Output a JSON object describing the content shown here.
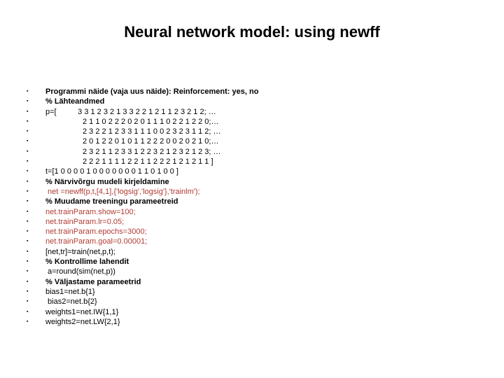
{
  "slide": {
    "title": "Neural network model: using newff",
    "colors": {
      "background": "#ffffff",
      "text": "#000000",
      "code_red": "#b23b32"
    },
    "bullet_glyph": "▪",
    "lines": [
      {
        "text": "Programmi näide (vaja uus näide): Reinforcement: yes, no",
        "style": "bold",
        "indent": 0
      },
      {
        "text": "% Lähteandmed",
        "style": "bold",
        "indent": 0
      },
      {
        "text": "p=[          3 3 1 2 3 2 1 3 3 2 2 1 2 1 1 2 3 2 1 2; …",
        "style": "plain",
        "indent": 0
      },
      {
        "text": "2 1 1 0 2 2 2 0 2 0 1 1 1 0 2 2 1 2 2 0;…",
        "style": "plain",
        "indent": 1
      },
      {
        "text": "2 3 2 2 1 2 3 3 1 1 1 0 0 2 3 2 3 1 1 2; …",
        "style": "plain",
        "indent": 1
      },
      {
        "text": "2 0 1 2 2 0 1 0 1 1 2 2 2 0 0 2 0 2 1 0;…",
        "style": "plain",
        "indent": 1
      },
      {
        "text": "2 3 2 1 1 2 3 3 1 2 2 3 2 1 2 3 2 1 2 3; …",
        "style": "plain",
        "indent": 1
      },
      {
        "text": "2 2 2 1 1 1 1 2 2 1 1 2 2 2 1 2 1 2 1 1 ]",
        "style": "plain",
        "indent": 1
      },
      {
        "text": "t=[1 0 0 0 0 1 0 0 0 0 0 0 0 1 1 0 1 0 0 ]",
        "style": "plain",
        "indent": 0
      },
      {
        "text": "% Närvivõrgu mudeli kirjeldamine",
        "style": "bold",
        "indent": 0
      },
      {
        "text": " net =newff(p,t,[4,1],{'logsig','logsig'},'trainlm');",
        "style": "code",
        "indent": 0
      },
      {
        "text": "% Muudame treeningu parameetreid",
        "style": "bold",
        "indent": 0
      },
      {
        "text": "net.trainParam.show=100;",
        "style": "code",
        "indent": 0
      },
      {
        "text": "net.trainParam.lr=0.05;",
        "style": "code",
        "indent": 0
      },
      {
        "text": "net.trainParam.epochs=3000;",
        "style": "code",
        "indent": 0
      },
      {
        "text": "net.trainParam.goal=0.00001;",
        "style": "code",
        "indent": 0
      },
      {
        "text": "[net,tr]=train(net,p,t);",
        "style": "plain",
        "indent": 0
      },
      {
        "text": "% Kontrollime lahendit",
        "style": "bold",
        "indent": 0
      },
      {
        "text": " a=round(sim(net,p))",
        "style": "plain",
        "indent": 0
      },
      {
        "text": "% Väljastame parameetrid",
        "style": "bold",
        "indent": 0
      },
      {
        "text": "bias1=net.b{1}",
        "style": "plain",
        "indent": 0
      },
      {
        "text": " bias2=net.b{2}",
        "style": "plain",
        "indent": 0
      },
      {
        "text": "weights1=net.IW{1,1}",
        "style": "plain",
        "indent": 0
      },
      {
        "text": "weights2=net.LW{2,1}",
        "style": "plain",
        "indent": 0
      }
    ]
  }
}
